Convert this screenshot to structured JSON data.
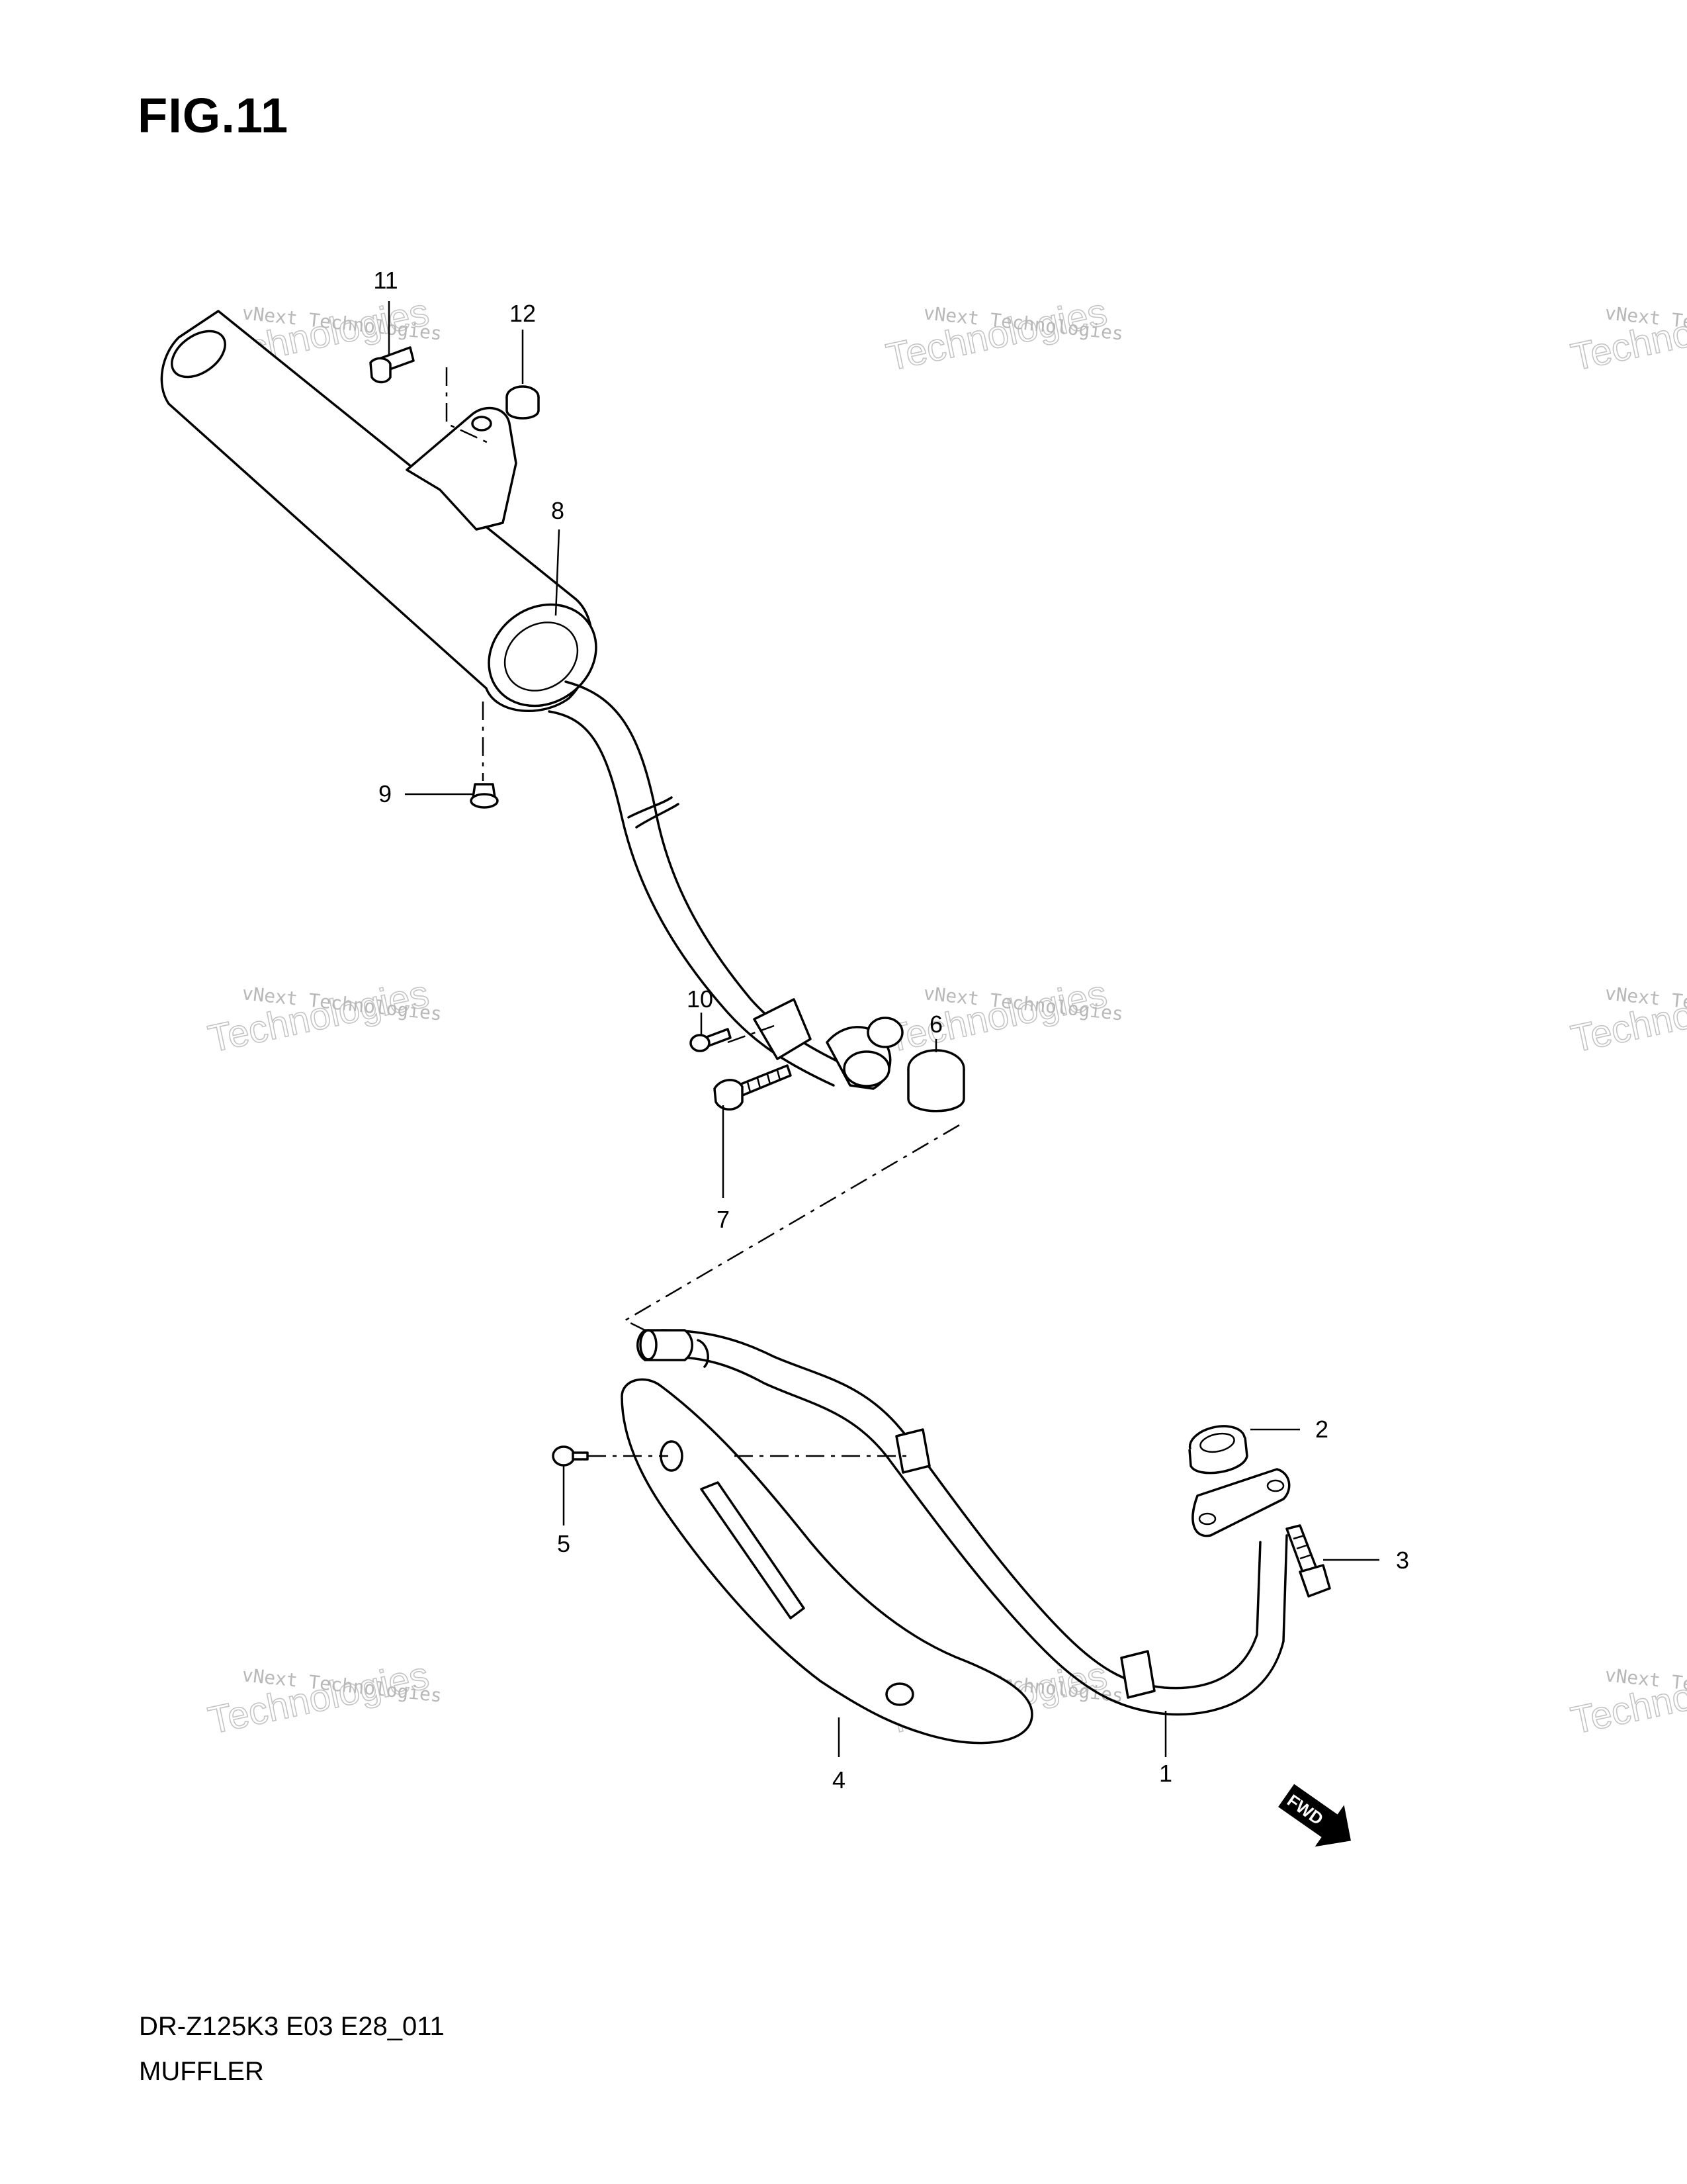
{
  "figure": {
    "title": "FIG.11",
    "code": "DR-Z125K3 E03 E28_011",
    "name": "MUFFLER"
  },
  "watermark": {
    "line1": "vNext Technologies",
    "line2": "Technologies",
    "line3": "vNext"
  },
  "callouts": {
    "p1": "1",
    "p2": "2",
    "p3": "3",
    "p4": "4",
    "p5": "5",
    "p6": "6",
    "p7": "7",
    "p8": "8",
    "p9": "9",
    "p10": "10",
    "p11": "11",
    "p12": "12"
  },
  "fwd_label": "FWD"
}
